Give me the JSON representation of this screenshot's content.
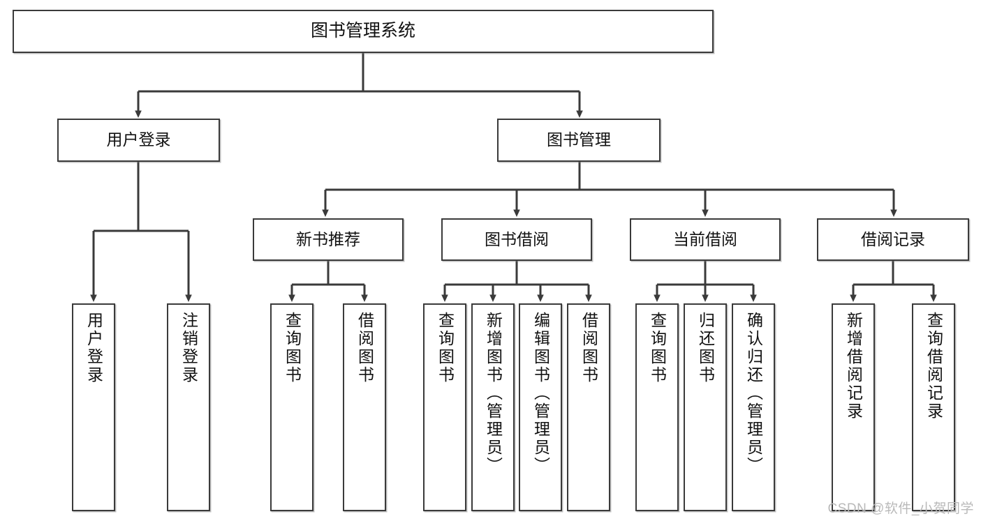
{
  "diagram": {
    "title": "图书管理系统",
    "type": "tree-hierarchy-diagram",
    "colors": {
      "box_border": "#3a3a3a",
      "box_fill": "#ffffff",
      "connector": "#3a3a3a",
      "text": "#111111",
      "watermark": "#b9b9b9",
      "background": "#ffffff"
    },
    "root": {
      "label": "图书管理系统"
    },
    "level1": [
      {
        "label": "用户登录"
      },
      {
        "label": "图书管理"
      }
    ],
    "level2": [
      {
        "label": "新书推荐"
      },
      {
        "label": "图书借阅"
      },
      {
        "label": "当前借阅"
      },
      {
        "label": "借阅记录"
      }
    ],
    "leaves": {
      "user_login": [
        {
          "label": "用户登录"
        },
        {
          "label": "注销登录"
        }
      ],
      "new_book_recommend": [
        {
          "label": "查询图书"
        },
        {
          "label": "借阅图书"
        }
      ],
      "book_borrow": [
        {
          "label": "查询图书"
        },
        {
          "label": "新增图书（管理员）"
        },
        {
          "label": "编辑图书（管理员）"
        },
        {
          "label": "借阅图书"
        }
      ],
      "current_borrow": [
        {
          "label": "查询图书"
        },
        {
          "label": "归还图书"
        },
        {
          "label": "确认归还（管理员）"
        }
      ],
      "borrow_record": [
        {
          "label": "新增借阅记录"
        },
        {
          "label": "查询借阅记录"
        }
      ]
    }
  },
  "watermark": {
    "text": "CSDN @软件_小贺同学"
  }
}
